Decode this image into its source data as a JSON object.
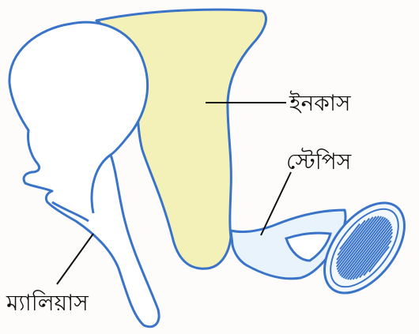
{
  "diagram": {
    "labels": {
      "incus": "ইনকাস",
      "stapes": "স্টেপিস",
      "malleus": "ম্যালিয়াস"
    },
    "colors": {
      "outline": "#3a74c9",
      "incus_fill": "#f4f1b8",
      "stapes_fill": "#e8f3fb",
      "leader_line": "#111111",
      "paper": "#fdfcfb"
    }
  }
}
